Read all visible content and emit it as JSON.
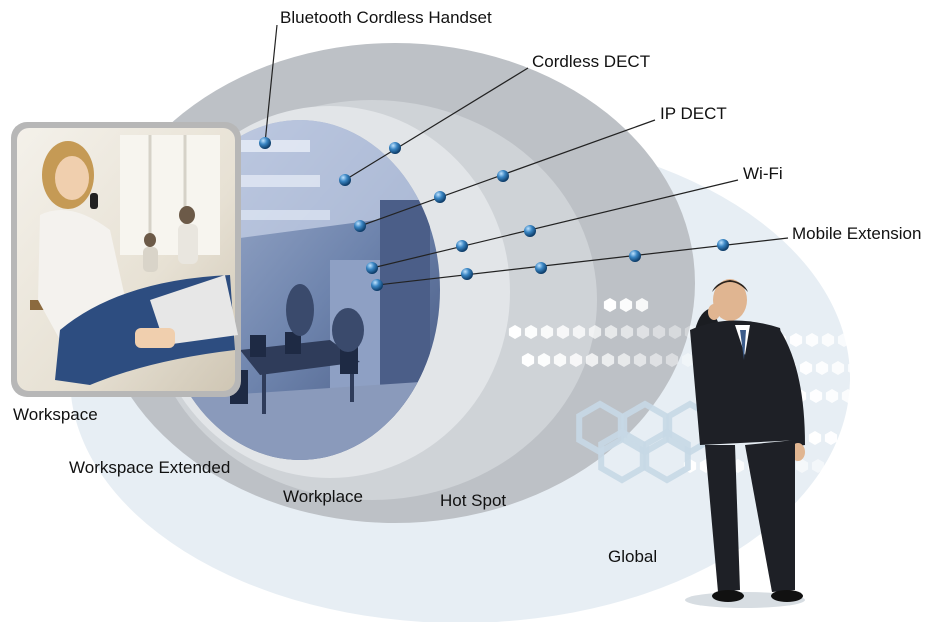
{
  "technologies": [
    {
      "label": "Bluetooth Cordless Handset"
    },
    {
      "label": "Cordless DECT"
    },
    {
      "label": "IP DECT"
    },
    {
      "label": "Wi-Fi"
    },
    {
      "label": "Mobile Extension"
    }
  ],
  "zones": [
    {
      "label": "Workspace"
    },
    {
      "label": "Workspace Extended"
    },
    {
      "label": "Workplace"
    },
    {
      "label": "Hot Spot"
    },
    {
      "label": "Global"
    }
  ],
  "colors": {
    "global": "#e6edf3",
    "hotspot": "#bfc3c8",
    "workplace": "#cdd1d5",
    "workspace_extended": "#dfe3e6",
    "office": "#6f86b0",
    "node": "#1f5f98",
    "hexagon": "#c9d9e6",
    "line": "#222222"
  }
}
